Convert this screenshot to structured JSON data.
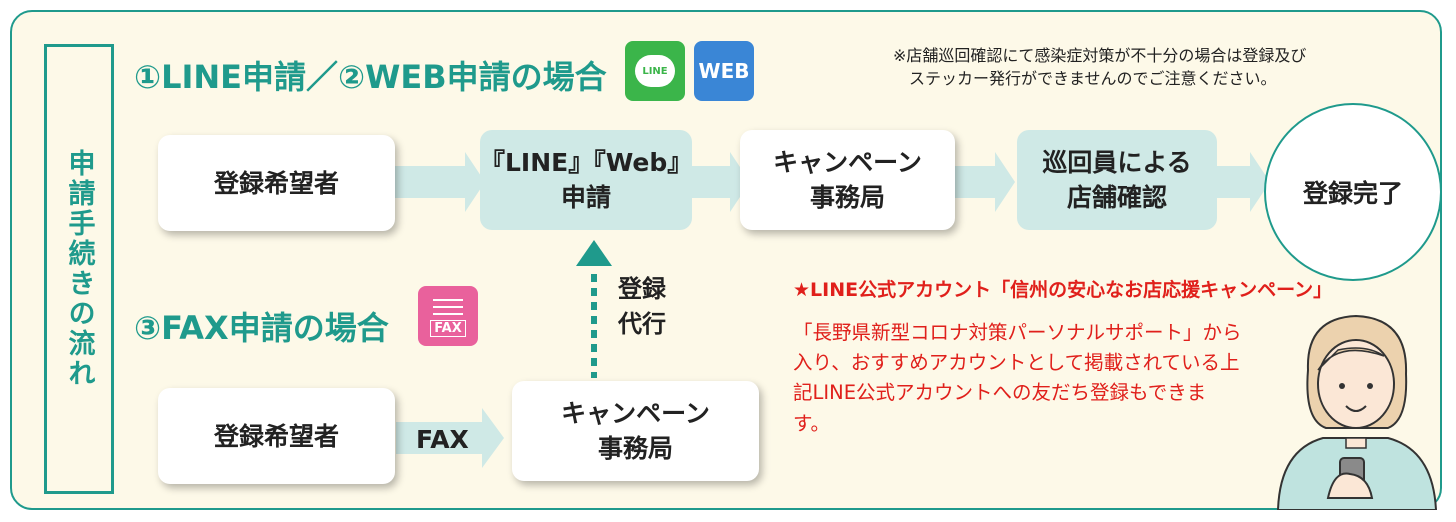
{
  "side_title": "申請手続きの流れ",
  "section1": {
    "heading": "①LINE申請／②WEB申請の場合",
    "badges": [
      {
        "label": "LINE",
        "color": "#3bb54a"
      },
      {
        "label": "WEB",
        "color": "#3a86d6"
      }
    ]
  },
  "note": {
    "line1": "※店舗巡回確認にて感染症対策が不十分の場合は登録及び",
    "line2": "ステッカー発行ができませんのでご注意ください。"
  },
  "flow1": {
    "step1": "登録希望者",
    "step2": {
      "line1": "『LINE』『Web』",
      "line2": "申請"
    },
    "step3": {
      "line1": "キャンペーン",
      "line2": "事務局"
    },
    "step4": {
      "line1": "巡回員による",
      "line2": "店舗確認"
    },
    "step5": "登録完了"
  },
  "proxy_label": {
    "line1": "登録",
    "line2": "代行"
  },
  "section3": {
    "heading": "③FAX申請の場合",
    "badge": {
      "label": "FAX",
      "color": "#e9619c"
    }
  },
  "flow3": {
    "step1": "登録希望者",
    "arrow_label": "FAX",
    "step2": {
      "line1": "キャンペーン",
      "line2": "事務局"
    }
  },
  "line_account": {
    "title": "★LINE公式アカウント「信州の安心なお店応援キャンペーン」",
    "body": "「長野県新型コロナ対策パーソナルサポート」から入り、おすすめアカウントとして掲載されている上記LINE公式アカウントへの友だち登録もできます。"
  },
  "colors": {
    "accent": "#1f9a8c",
    "panel_bg": "#fdf9e8",
    "flow_teal": "#cfe9e6",
    "red": "#e0201b"
  }
}
